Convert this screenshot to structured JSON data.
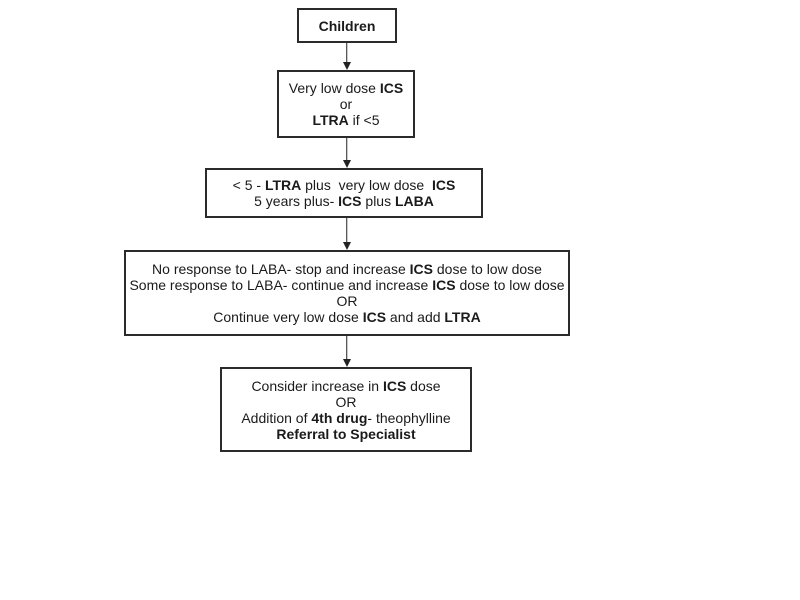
{
  "colors": {
    "background": "#ffffff",
    "box_border": "#2b2b2b",
    "text": "#1a1a1a",
    "arrow": "#222222"
  },
  "flowchart": {
    "boxes": [
      {
        "id": "children",
        "lines": [
          {
            "segments": [
              {
                "text": "Children",
                "bold": true
              }
            ]
          }
        ]
      },
      {
        "id": "step1",
        "lines": [
          {
            "segments": [
              {
                "text": "Very low dose ",
                "bold": false
              },
              {
                "text": "ICS",
                "bold": true
              }
            ]
          },
          {
            "segments": [
              {
                "text": "or",
                "bold": false
              }
            ]
          },
          {
            "segments": [
              {
                "text": "LTRA",
                "bold": true
              },
              {
                "text": " if <5",
                "bold": false
              }
            ]
          }
        ]
      },
      {
        "id": "step2",
        "lines": [
          {
            "segments": [
              {
                "text": "< 5 - ",
                "bold": false
              },
              {
                "text": "LTRA",
                "bold": true
              },
              {
                "text": " plus  very low dose  ",
                "bold": false
              },
              {
                "text": "ICS",
                "bold": true
              }
            ]
          },
          {
            "segments": [
              {
                "text": "5 years plus- ",
                "bold": false
              },
              {
                "text": "ICS",
                "bold": true
              },
              {
                "text": " plus ",
                "bold": false
              },
              {
                "text": "LABA",
                "bold": true
              }
            ]
          }
        ]
      },
      {
        "id": "step3",
        "lines": [
          {
            "segments": [
              {
                "text": "No response to LABA- stop and increase ",
                "bold": false
              },
              {
                "text": "ICS",
                "bold": true
              },
              {
                "text": " dose to low dose",
                "bold": false
              }
            ]
          },
          {
            "segments": [
              {
                "text": "Some response to LABA- continue and increase ",
                "bold": false
              },
              {
                "text": "ICS",
                "bold": true
              },
              {
                "text": " dose to low dose",
                "bold": false
              }
            ]
          },
          {
            "segments": [
              {
                "text": "OR",
                "bold": false
              }
            ]
          },
          {
            "segments": [
              {
                "text": "Continue very low dose ",
                "bold": false
              },
              {
                "text": "ICS",
                "bold": true
              },
              {
                "text": " and add ",
                "bold": false
              },
              {
                "text": "LTRA",
                "bold": true
              }
            ]
          }
        ]
      },
      {
        "id": "step4",
        "lines": [
          {
            "segments": [
              {
                "text": "Consider increase in ",
                "bold": false
              },
              {
                "text": "ICS",
                "bold": true
              },
              {
                "text": " dose",
                "bold": false
              }
            ]
          },
          {
            "segments": [
              {
                "text": "OR",
                "bold": false
              }
            ]
          },
          {
            "segments": [
              {
                "text": "Addition of ",
                "bold": false
              },
              {
                "text": "4th drug",
                "bold": true
              },
              {
                "text": "- theophylline",
                "bold": false
              }
            ]
          },
          {
            "segments": [
              {
                "text": "Referral to Specialist",
                "bold": true
              }
            ]
          }
        ]
      }
    ]
  }
}
